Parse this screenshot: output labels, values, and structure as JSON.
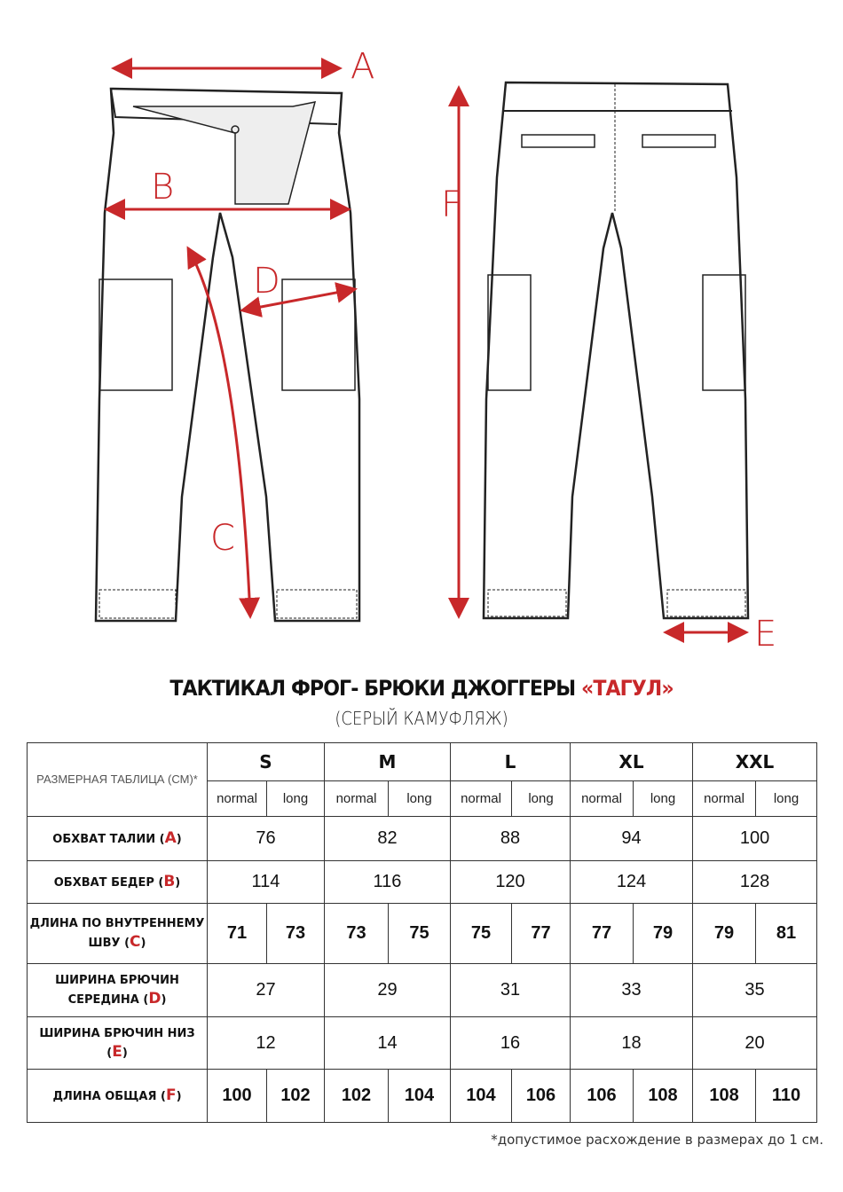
{
  "diagram": {
    "labels": {
      "a": "A",
      "b": "B",
      "c": "C",
      "d": "D",
      "e": "E",
      "f": "F"
    },
    "accent_color": "#c8282a"
  },
  "title": {
    "main": "ТАКТИКАЛ ФРОГ- БРЮКИ ДЖОГГЕРЫ ",
    "name": "«ТАГУЛ»",
    "subtitle": "(СЕРЫЙ КАМУФЛЯЖ)"
  },
  "table": {
    "corner": "РАЗМЕРНАЯ ТАБЛИЦА (СМ)*",
    "sizes": [
      "S",
      "M",
      "L",
      "XL",
      "XXL"
    ],
    "sub": {
      "normal": "normal",
      "long": "long"
    },
    "rows": [
      {
        "label": "ОБХВАТ ТАЛИИ (",
        "letter": "А",
        "close": ")",
        "values": [
          "76",
          "82",
          "88",
          "94",
          "100"
        ]
      },
      {
        "label": "ОБХВАТ БЕДЕР (",
        "letter": "B",
        "close": ")",
        "values": [
          "114",
          "116",
          "120",
          "124",
          "128"
        ]
      },
      {
        "label": "ДЛИНА ПО ВНУТРЕННЕМУ ШВУ (",
        "letter": "C",
        "close": ")",
        "values": [
          "71",
          "73",
          "73",
          "75",
          "75",
          "77",
          "77",
          "79",
          "79",
          "81"
        ]
      },
      {
        "label": "ШИРИНА БРЮЧИН СЕРЕДИНА (",
        "letter": "D",
        "close": ")",
        "values": [
          "27",
          "29",
          "31",
          "33",
          "35"
        ]
      },
      {
        "label": "ШИРИНА БРЮЧИН НИЗ (",
        "letter": "E",
        "close": ")",
        "values": [
          "12",
          "14",
          "16",
          "18",
          "20"
        ]
      },
      {
        "label": "ДЛИНА ОБЩАЯ (",
        "letter": "F",
        "close": ")",
        "values": [
          "100",
          "102",
          "102",
          "104",
          "104",
          "106",
          "106",
          "108",
          "108",
          "110"
        ]
      }
    ]
  },
  "footnote": "*допустимое расхождение в размерах до 1 см."
}
